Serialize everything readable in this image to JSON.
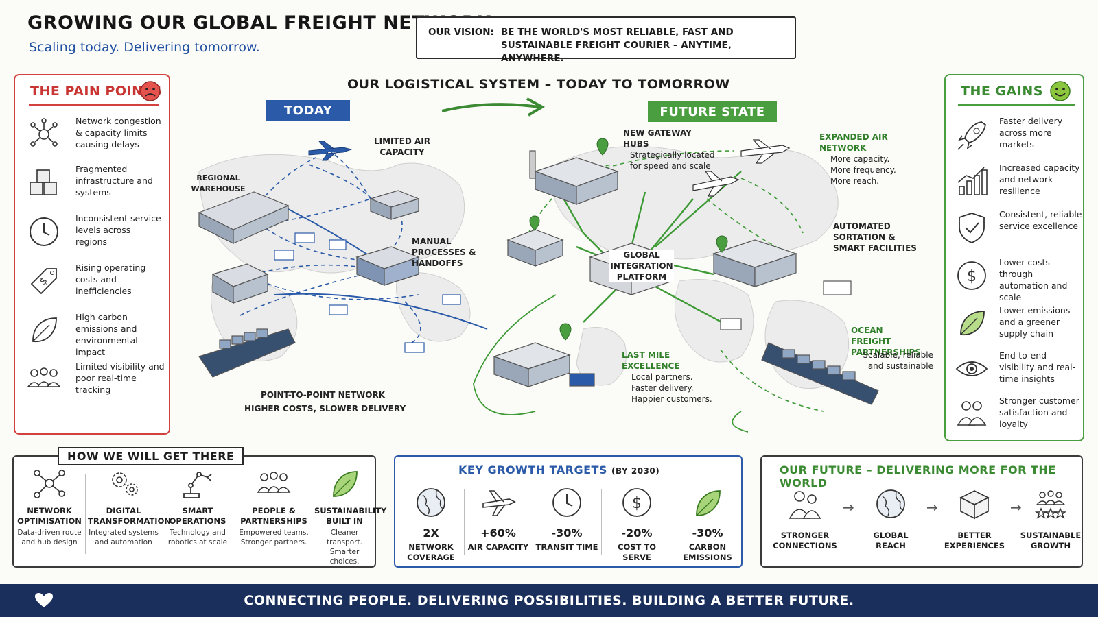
{
  "header": {
    "title": "GROWING OUR GLOBAL FREIGHT NETWORK",
    "subtitle": "Scaling today. Delivering tomorrow.",
    "vision_label": "OUR VISION:",
    "vision_text": "BE THE WORLD'S MOST RELIABLE, FAST AND SUSTAINABLE FREIGHT COURIER – ANYTIME, ANYWHERE."
  },
  "pain_points": {
    "title": "THE PAIN POINTS",
    "icon": "sad-face-icon",
    "items": [
      {
        "icon": "congestion-icon",
        "text": "Network congestion & capacity limits causing delays"
      },
      {
        "icon": "boxes-icon",
        "text": "Fragmented infrastructure and systems"
      },
      {
        "icon": "clock-icon",
        "text": "Inconsistent service levels across regions"
      },
      {
        "icon": "price-tag-icon",
        "text": "Rising operating costs and inefficiencies"
      },
      {
        "icon": "leaf-icon",
        "text": "High carbon emissions and environmental impact"
      },
      {
        "icon": "people-icon",
        "text": "Limited visibility and poor real-time tracking"
      }
    ]
  },
  "gains": {
    "title": "THE GAINS",
    "icon": "happy-face-icon",
    "items": [
      {
        "icon": "rocket-icon",
        "text": "Faster delivery across more markets"
      },
      {
        "icon": "growth-chart-icon",
        "text": "Increased capacity and network resilience"
      },
      {
        "icon": "shield-check-icon",
        "text": "Consistent, reliable service excellence"
      },
      {
        "icon": "dollar-icon",
        "text": "Lower costs through automation and scale"
      },
      {
        "icon": "leaf-icon",
        "text": "Lower emissions and a greener supply chain"
      },
      {
        "icon": "eye-icon",
        "text": "End-to-end visibility and real-time insights"
      },
      {
        "icon": "two-people-icon",
        "text": "Stronger customer satisfaction and loyalty"
      }
    ]
  },
  "system": {
    "title": "OUR LOGISTICAL SYSTEM – TODAY TO TOMORROW",
    "today_label": "TODAY",
    "future_label": "FUTURE STATE",
    "today_labels": {
      "limited_air": "LIMITED AIR CAPACITY",
      "regional_warehouse": "REGIONAL WAREHOUSE",
      "manual_processes": "MANUAL PROCESSES & HANDOFFS",
      "p2p_network": "POINT-TO-POINT NETWORK",
      "higher_costs": "HIGHER COSTS, SLOWER DELIVERY"
    },
    "future_labels": {
      "gateway_title": "NEW GATEWAY HUBS",
      "gateway_sub": "Strategically located for speed and scale",
      "air_title": "EXPANDED AIR NETWORK",
      "air_sub": "More capacity. More frequency. More reach.",
      "automated": "AUTOMATED SORTATION & SMART FACILITIES",
      "platform": "GLOBAL INTEGRATION PLATFORM",
      "last_mile_title": "LAST MILE EXCELLENCE",
      "last_mile_sub": "Local partners. Faster delivery. Happier customers.",
      "ocean_title": "OCEAN FREIGHT PARTNERSHIPS",
      "ocean_sub": "Scalable, reliable and sustainable"
    }
  },
  "how": {
    "title": "HOW WE WILL GET THERE",
    "items": [
      {
        "icon": "network-nodes-icon",
        "title": "NETWORK OPTIMISATION",
        "sub": "Data-driven route and hub design"
      },
      {
        "icon": "gears-icon",
        "title": "DIGITAL TRANSFORMATION",
        "sub": "Integrated systems and automation"
      },
      {
        "icon": "robot-arm-icon",
        "title": "SMART OPERATIONS",
        "sub": "Technology and robotics at scale"
      },
      {
        "icon": "people-group-icon",
        "title": "PEOPLE & PARTNERSHIPS",
        "sub": "Empowered teams. Stronger partners."
      },
      {
        "icon": "leaf-icon",
        "title": "SUSTAINABILITY BUILT IN",
        "sub": "Cleaner transport. Smarter choices."
      }
    ]
  },
  "targets": {
    "title": "KEY GROWTH TARGETS",
    "title_suffix": "(BY 2030)",
    "items": [
      {
        "icon": "globe-icon",
        "value": "2X",
        "label": "NETWORK COVERAGE"
      },
      {
        "icon": "plane-icon",
        "value": "+60%",
        "label": "AIR CAPACITY"
      },
      {
        "icon": "clock-icon",
        "value": "-30%",
        "label": "TRANSIT TIME"
      },
      {
        "icon": "dollar-icon",
        "value": "-20%",
        "label": "COST TO SERVE"
      },
      {
        "icon": "leaf-icon",
        "value": "-30%",
        "label": "CARBON EMISSIONS"
      }
    ]
  },
  "future": {
    "title": "OUR FUTURE – DELIVERING MORE FOR THE WORLD",
    "items": [
      {
        "icon": "people-icon",
        "label": "STRONGER CONNECTIONS"
      },
      {
        "icon": "globe-icon",
        "label": "GLOBAL REACH"
      },
      {
        "icon": "box-icon",
        "label": "BETTER EXPERIENCES"
      },
      {
        "icon": "stars-people-icon",
        "label": "SUSTAINABLE GROWTH"
      }
    ]
  },
  "footer": {
    "text": "CONNECTING PEOPLE. DELIVERING POSSIBILITIES. BUILDING A BETTER FUTURE.",
    "icon": "heart-icon"
  },
  "colors": {
    "pain_red": "#d3413e",
    "gain_green": "#4a9e3f",
    "today_blue": "#2a5aa8",
    "footer_navy": "#1a2f5c"
  }
}
